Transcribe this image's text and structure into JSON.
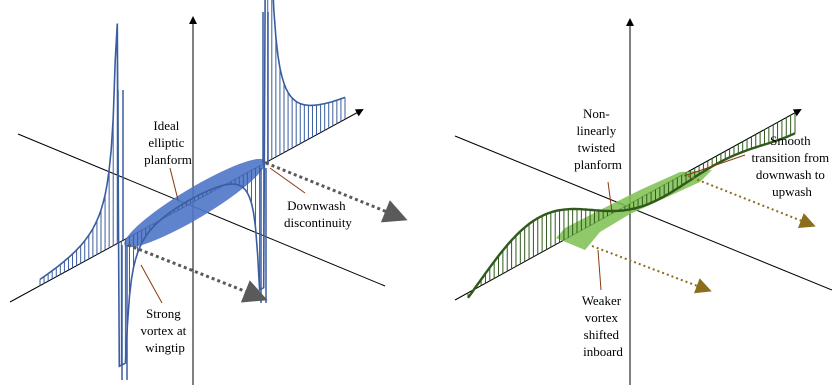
{
  "left_panel": {
    "labels": {
      "planform": [
        "Ideal",
        "elliptic",
        "planform"
      ],
      "discontinuity": [
        "Downwash",
        "discontinuity"
      ],
      "wingtip": [
        "Strong",
        "vortex at",
        "wingtip"
      ]
    }
  },
  "right_panel": {
    "labels": {
      "planform": [
        "Non-",
        "linearly",
        "twisted",
        "planform"
      ],
      "transition": [
        "Smooth",
        "transition from",
        "downwash to",
        "upwash"
      ],
      "inboard": [
        "Weaker",
        "vortex",
        "shifted",
        "inboard"
      ]
    }
  },
  "colors": {
    "axis": "#000000",
    "blue_curve": "#3a5da0",
    "blue_wing": "#4f75c9",
    "green_curve": "#2f5a1c",
    "green_wing": "#7cc04f",
    "arrow_dark": "#5a5a5a",
    "arrow_olive": "#8a6d1d",
    "leader": "#8b3a0f"
  }
}
